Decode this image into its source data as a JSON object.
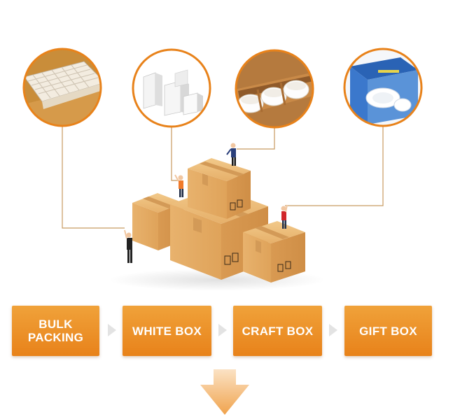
{
  "steps": [
    {
      "label": "BULK\nPACKING"
    },
    {
      "label": "WHITE BOX"
    },
    {
      "label": "CRAFT BOX"
    },
    {
      "label": "GIFT BOX"
    }
  ],
  "colors": {
    "accent": "#e8821a",
    "cardboard": "#e9b877",
    "cardboard_dark": "#d69a55",
    "connector_line": "#c89a60"
  },
  "icons": [
    "grid-divider-insert-icon",
    "white-box-icon",
    "craft-box-cups-icon",
    "gift-box-icon",
    "down-arrow-icon",
    "step-arrow-icon"
  ]
}
